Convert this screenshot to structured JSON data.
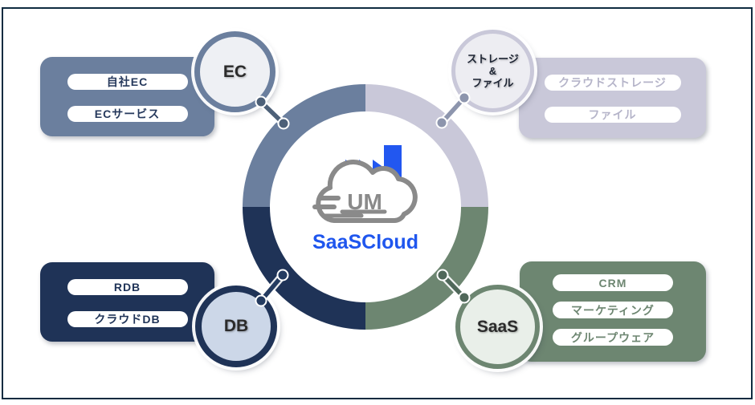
{
  "center": {
    "brand": "SaaSCloud",
    "monogram": "UM",
    "brand_color": "#1f56ee",
    "icon": "factory-cloud-logo"
  },
  "groups": {
    "ec": {
      "label": "EC",
      "color": "#6b7f9e",
      "badge_fill": "#eef0f4",
      "connector_color": "#4d6078",
      "items": [
        "自社EC",
        "ECサービス"
      ]
    },
    "storage": {
      "label": "ストレージ\n&\nファイル",
      "color": "#c9c8d9",
      "badge_fill": "#ededf2",
      "connector_color": "#8d95ad",
      "items": [
        "クラウドストレージ",
        "ファイル"
      ]
    },
    "db": {
      "label": "DB",
      "color": "#1f3357",
      "badge_fill": "#ccd7e8",
      "connector_color": "#243b60",
      "items": [
        "RDB",
        "クラウドDB"
      ]
    },
    "saas": {
      "label": "SaaS",
      "color": "#6d8671",
      "badge_fill": "#e9efe9",
      "connector_color": "#50685a",
      "items": [
        "CRM",
        "マーケティング",
        "グループウェア"
      ]
    }
  },
  "frame_color": "#0f2b40",
  "logo_colors": {
    "factory_blue": "#2257f0",
    "cloud_gray": "#8a8a8a"
  }
}
